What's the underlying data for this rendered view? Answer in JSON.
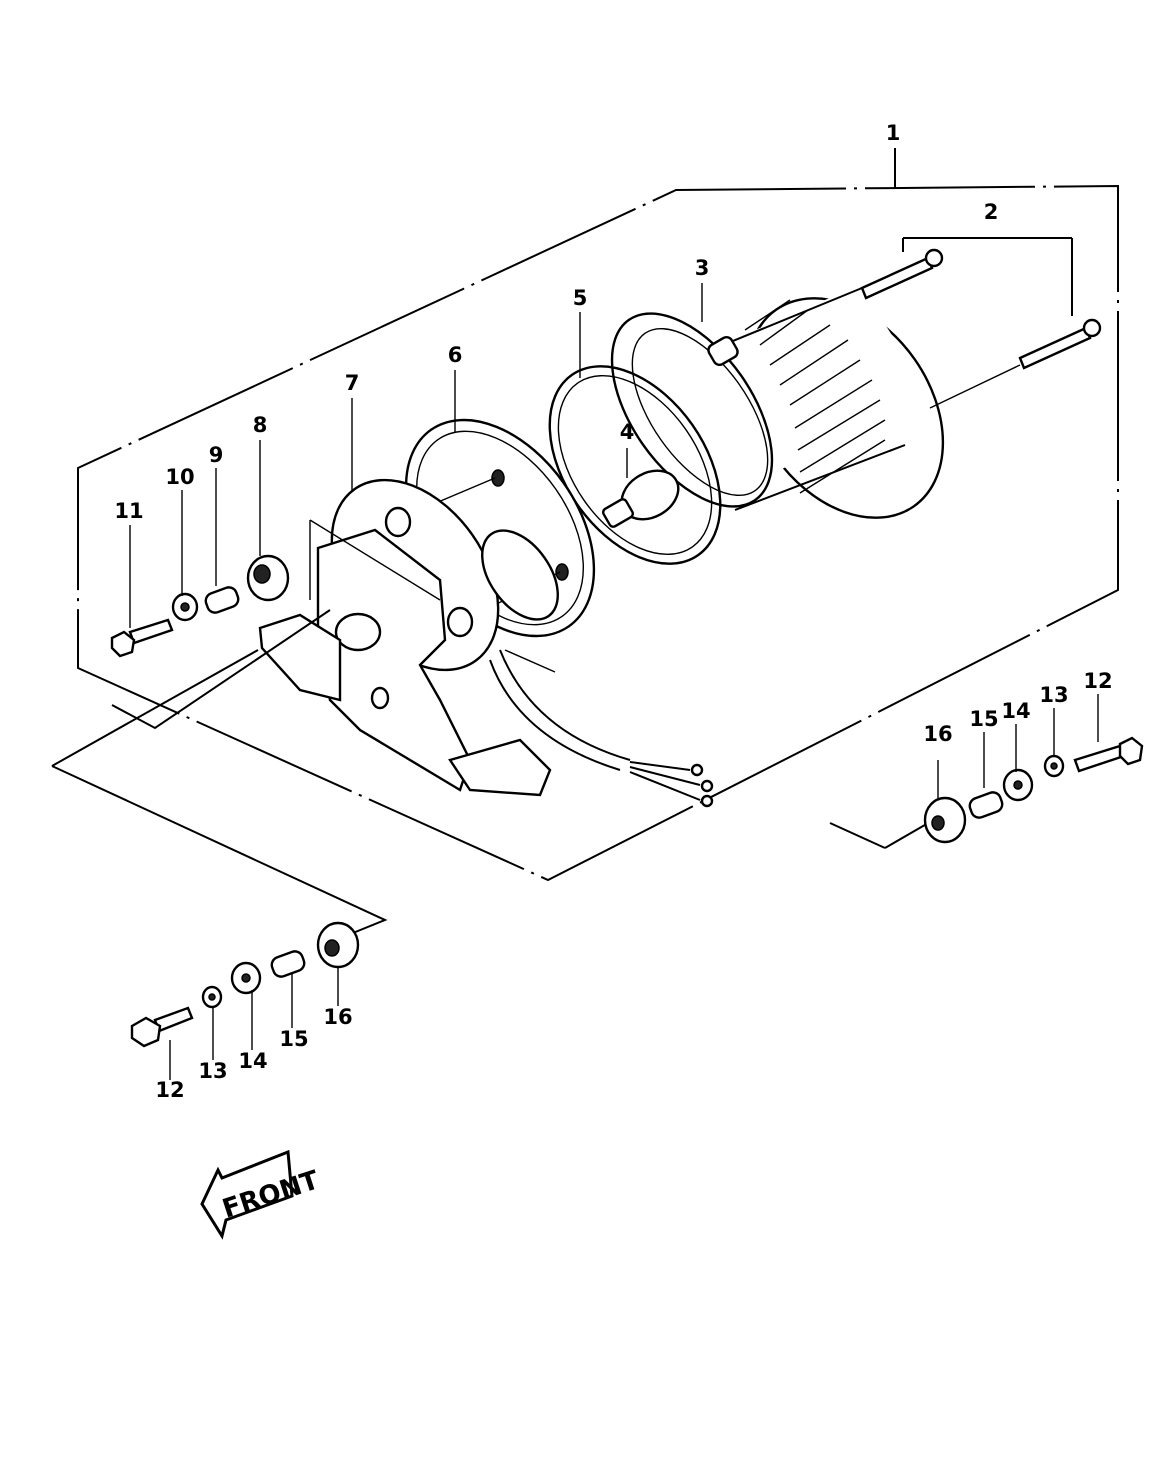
{
  "diagram": {
    "callouts": [
      {
        "id": "c1",
        "text": "1"
      },
      {
        "id": "c2",
        "text": "2"
      },
      {
        "id": "c3",
        "text": "3"
      },
      {
        "id": "c4",
        "text": "4"
      },
      {
        "id": "c5",
        "text": "5"
      },
      {
        "id": "c6",
        "text": "6"
      },
      {
        "id": "c7",
        "text": "7"
      },
      {
        "id": "c8",
        "text": "8"
      },
      {
        "id": "c9",
        "text": "9"
      },
      {
        "id": "c10",
        "text": "10"
      },
      {
        "id": "c11",
        "text": "11"
      },
      {
        "id": "c12a",
        "text": "12"
      },
      {
        "id": "c13a",
        "text": "13"
      },
      {
        "id": "c14a",
        "text": "14"
      },
      {
        "id": "c15a",
        "text": "15"
      },
      {
        "id": "c16a",
        "text": "16"
      },
      {
        "id": "c12b",
        "text": "12"
      },
      {
        "id": "c13b",
        "text": "13"
      },
      {
        "id": "c14b",
        "text": "14"
      },
      {
        "id": "c15b",
        "text": "15"
      },
      {
        "id": "c16b",
        "text": "16"
      }
    ],
    "front_arrow_label": "FRONT"
  }
}
